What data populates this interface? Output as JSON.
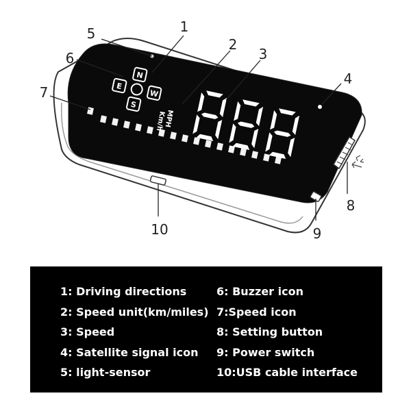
{
  "callouts": {
    "c1": "1",
    "c2": "2",
    "c3": "3",
    "c4": "4",
    "c5": "5",
    "c6": "6",
    "c7": "7",
    "c8": "8",
    "c9": "9",
    "c10": "10"
  },
  "display": {
    "unit_mph": "MPH",
    "unit_kmh": "Km/h",
    "speed_digits": "888",
    "direction_letters": {
      "north": "N",
      "east": "E",
      "west": "W",
      "south": "S"
    },
    "center_icon": "buzzer-icon"
  },
  "legend": {
    "left": [
      "1: Driving directions",
      "2: Speed unit(km/miles)",
      "3: Speed",
      "4: Satellite signal icon",
      "5: light-sensor"
    ],
    "right": [
      "6: Buzzer icon",
      "7:Speed icon",
      "8: Setting button",
      "9: Power switch",
      "10:USB cable interface"
    ]
  }
}
